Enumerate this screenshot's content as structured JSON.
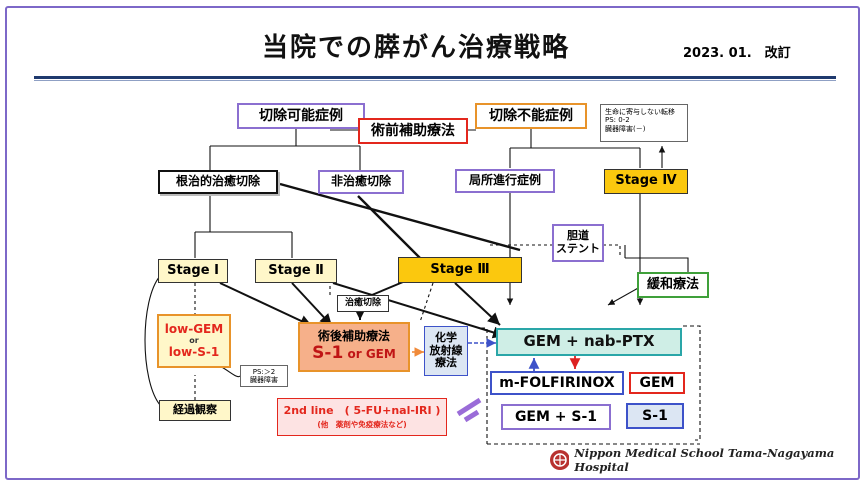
{
  "title": "当院での膵がん治療戦略",
  "revision": "2023. 01.　改訂",
  "nodes": {
    "resectable": "切除可能症例",
    "unresectable": "切除不能症例",
    "neoadjuvant": "術前補助療法",
    "not_expected": "生命に寄与しない転移\nPS: 0-2\n臓器障害(－)",
    "curative_resection": "根治的治癒切除",
    "noncurative_resection": "非治癒切除",
    "locally_advanced": "局所進行症例",
    "stage4": "Stage Ⅳ",
    "biliary_stent": "胆道\nステント",
    "stage1": "Stage Ⅰ",
    "stage2": "Stage Ⅱ",
    "stage3": "Stage Ⅲ",
    "palliative": "緩和療法",
    "curative_cut": "治癒切除",
    "lowdose_line1": "low-GEM",
    "lowdose_or": "or",
    "lowdose_line2": "low-S-1",
    "adjuvant_label": "術後補助療法",
    "adjuvant_s1": "S-1",
    "adjuvant_or_gem": " or GEM",
    "chemoradio": "化学\n放射線\n療法",
    "gem_nab": "GEM + nab-PTX",
    "folfirinox": "m-FOLFIRINOX",
    "gem": "GEM",
    "gem_s1": "GEM + S-1",
    "s1": "S-1",
    "ps_note": "PS:＞2\n臓器障害",
    "observation": "経過観察",
    "second_line": "2nd line　( 5-FU+nal-IRI )",
    "second_line_note": "(他　薬剤や免疫療法など)"
  },
  "logo_text": "Nippon Medical School Tama-Nagayama Hospital",
  "colors": {
    "frame": "#7d68c8",
    "title_rule": "#1f3a6e",
    "purple_border": "#8b6fd0",
    "red": "#e3271d",
    "orange": "#e8932a",
    "yellow": "#fbc80e",
    "light_yellow": "#fff7c9",
    "green": "#3fa03a",
    "teal": "#2aa6a8",
    "blue_fill": "#dce6f3",
    "salmon": "#f6b08a",
    "pink": "#fde3e3"
  }
}
